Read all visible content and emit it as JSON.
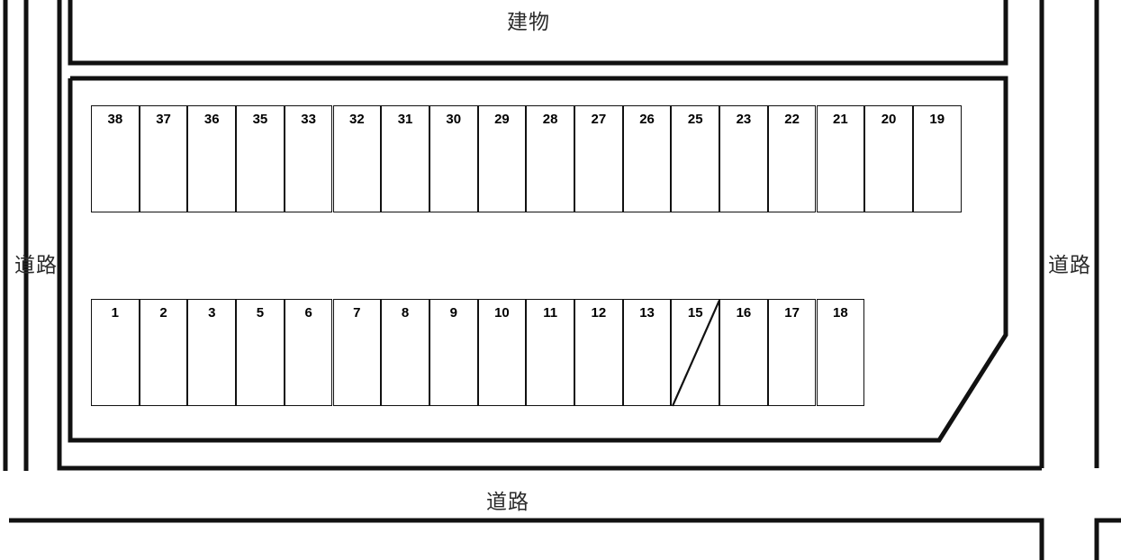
{
  "diagram": {
    "title_building": "建物",
    "label_road_left": "道路",
    "label_road_right": "道路",
    "label_road_bottom": "道路",
    "colors": {
      "line": "#111111",
      "text": "#000000",
      "label_text": "#2b2b2b",
      "background": "#ffffff"
    }
  },
  "parking": {
    "top_row": {
      "name": "upper-stall-row",
      "count": 18,
      "stalls": [
        {
          "number": "38"
        },
        {
          "number": "37"
        },
        {
          "number": "36"
        },
        {
          "number": "35"
        },
        {
          "number": "33"
        },
        {
          "number": "32"
        },
        {
          "number": "31"
        },
        {
          "number": "30"
        },
        {
          "number": "29"
        },
        {
          "number": "28"
        },
        {
          "number": "27"
        },
        {
          "number": "26"
        },
        {
          "number": "25"
        },
        {
          "number": "23"
        },
        {
          "number": "22"
        },
        {
          "number": "21"
        },
        {
          "number": "20"
        },
        {
          "number": "19"
        }
      ]
    },
    "bottom_row": {
      "name": "lower-stall-row",
      "count": 16,
      "stalls": [
        {
          "number": "1"
        },
        {
          "number": "2"
        },
        {
          "number": "3"
        },
        {
          "number": "5"
        },
        {
          "number": "6"
        },
        {
          "number": "7"
        },
        {
          "number": "8"
        },
        {
          "number": "9"
        },
        {
          "number": "10"
        },
        {
          "number": "11"
        },
        {
          "number": "12"
        },
        {
          "number": "13"
        },
        {
          "number": "15",
          "marked_diagonal": true
        },
        {
          "number": "16"
        },
        {
          "number": "17"
        },
        {
          "number": "18"
        }
      ]
    }
  }
}
